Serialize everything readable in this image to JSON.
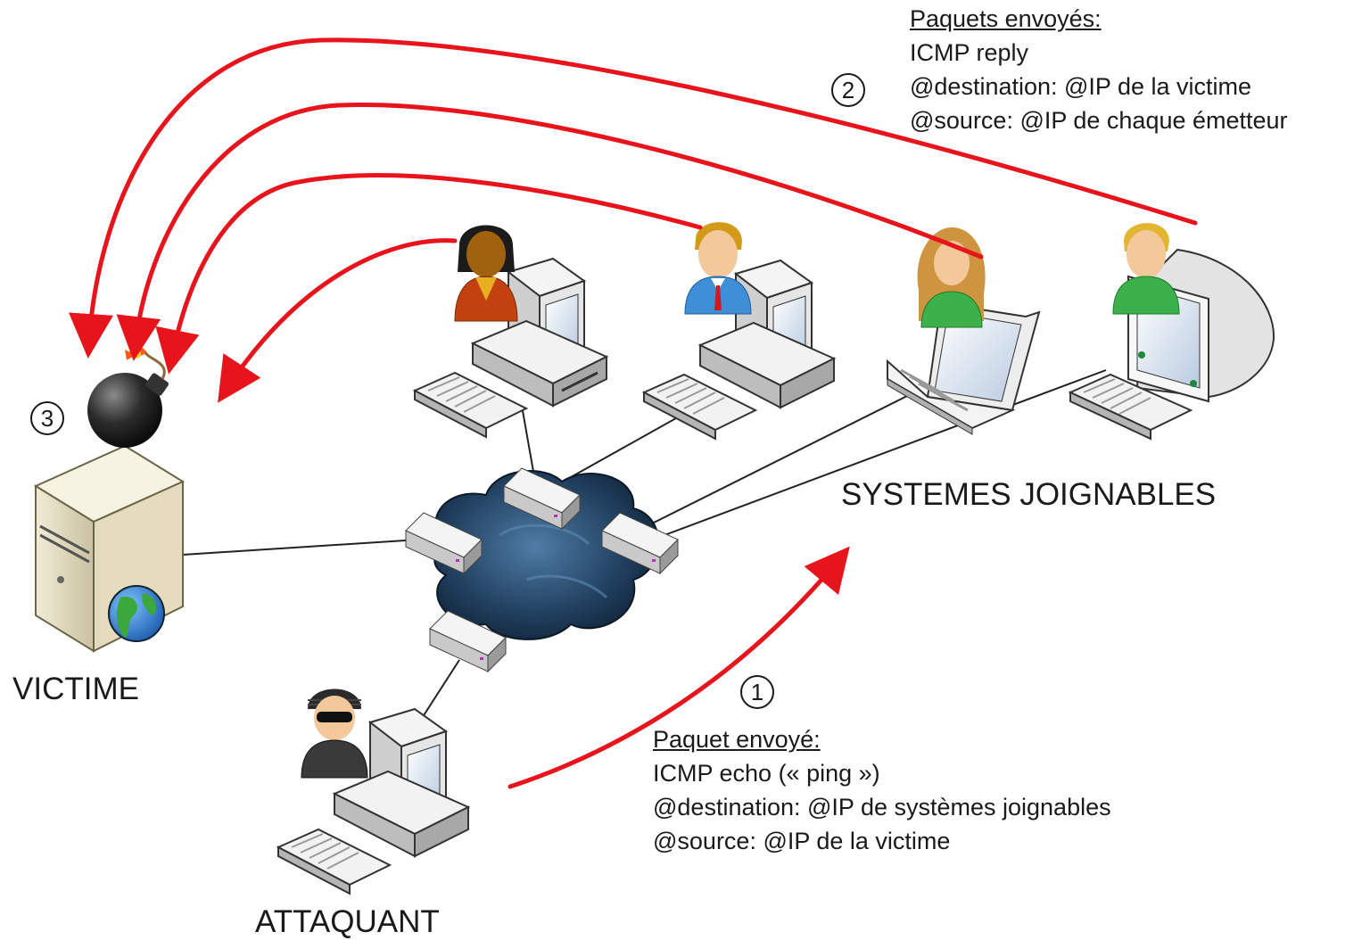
{
  "labels": {
    "victim": "VICTIME",
    "attacker": "ATTAQUANT",
    "reachable": "SYSTEMES JOIGNABLES"
  },
  "steps": {
    "one": "1",
    "two": "2",
    "three": "3"
  },
  "step1_text": {
    "heading": "Paquet envoyé:",
    "line1": "ICMP echo (« ping »)",
    "line2": "@destination: @IP de systèmes joignables",
    "line3": "@source: @IP de la victime"
  },
  "step2_text": {
    "heading": "Paquets envoyés:",
    "line1": "ICMP reply",
    "line2": "@destination: @IP de la victime",
    "line3": "@source: @IP de chaque émetteur"
  },
  "colors": {
    "arrow": "#e8141c",
    "cloud": "#1f3d5c",
    "link": "#222222"
  },
  "icons": [
    "server-icon",
    "globe-icon",
    "bomb-icon",
    "router-icon",
    "cloud-icon",
    "desktop-icon",
    "laptop-icon",
    "crt-monitor-icon",
    "keyboard-icon",
    "user-icon",
    "hacker-icon"
  ]
}
